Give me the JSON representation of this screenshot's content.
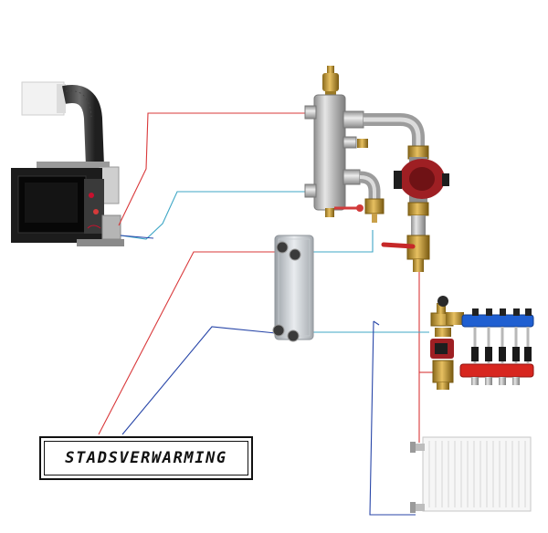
{
  "diagram": {
    "label": "STADSVERWARMING",
    "colors": {
      "supply": "#d9383a",
      "return_blue": "#2846a8",
      "return_cyan": "#3fa7c6"
    },
    "components": [
      {
        "id": "stove",
        "icon": "stove-icon"
      },
      {
        "id": "hydraulic-separator",
        "icon": "separator-icon"
      },
      {
        "id": "circulation-pump",
        "icon": "pump-icon"
      },
      {
        "id": "plate-heat-exchanger",
        "icon": "heat-exchanger-icon"
      },
      {
        "id": "underfloor-manifold",
        "icon": "manifold-icon"
      },
      {
        "id": "radiator",
        "icon": "radiator-icon"
      }
    ]
  }
}
